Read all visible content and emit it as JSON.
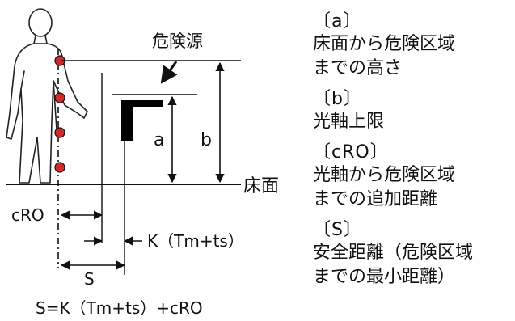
{
  "diagram": {
    "hazard_label": "危険源",
    "floor_label": "床面",
    "dim_a": "a",
    "dim_b": "b",
    "dim_cro": "cRO",
    "dim_k": "K（Tm+ts）",
    "dim_s": "S",
    "formula": "S=K（Tm+ts）+cRO",
    "colors": {
      "line": "#111111",
      "beam_dot": "#d62828",
      "block": "#000000"
    }
  },
  "legend": [
    {
      "key": "〔a〕",
      "desc": "床面から危険区域\nまでの高さ"
    },
    {
      "key": "〔b〕",
      "desc": "光軸上限"
    },
    {
      "key": "〔cRO〕",
      "desc": "光軸から危険区域\nまでの追加距離"
    },
    {
      "key": "〔S〕",
      "desc": "安全距離（危険区域\nまでの最小距離）"
    }
  ]
}
